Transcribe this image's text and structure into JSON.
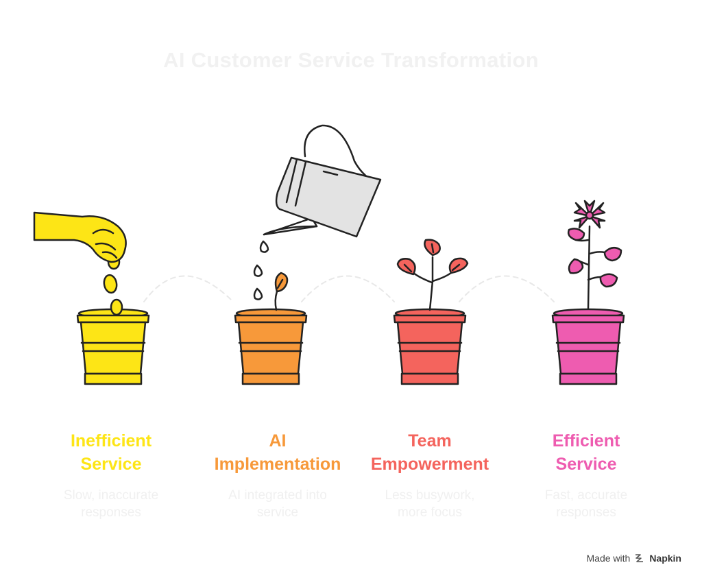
{
  "title": "AI Customer Service Transformation",
  "stages": [
    {
      "title_line1": "Inefficient",
      "title_line2": "Service",
      "desc_line1": "Slow, inaccurate",
      "desc_line2": "responses",
      "color": "#fde516"
    },
    {
      "title_line1": "AI",
      "title_line2": "Implementation",
      "desc_line1": "AI integrated into",
      "desc_line2": "service",
      "color": "#f7993a"
    },
    {
      "title_line1": "Team",
      "title_line2": "Empowerment",
      "desc_line1": "Less busywork,",
      "desc_line2": "more focus",
      "color": "#f4645d"
    },
    {
      "title_line1": "Efficient",
      "title_line2": "Service",
      "desc_line1": "Fast, accurate",
      "desc_line2": "responses",
      "color": "#ee5cb0"
    }
  ],
  "footer": {
    "made_with": "Made with",
    "brand": "Napkin"
  },
  "icons": [
    "hand-icon",
    "seeds-icon",
    "watering-can-icon",
    "water-drops-icon",
    "sprout-icon",
    "plant-icon",
    "flower-icon",
    "flowerpot-icon",
    "napkin-logo-icon"
  ]
}
